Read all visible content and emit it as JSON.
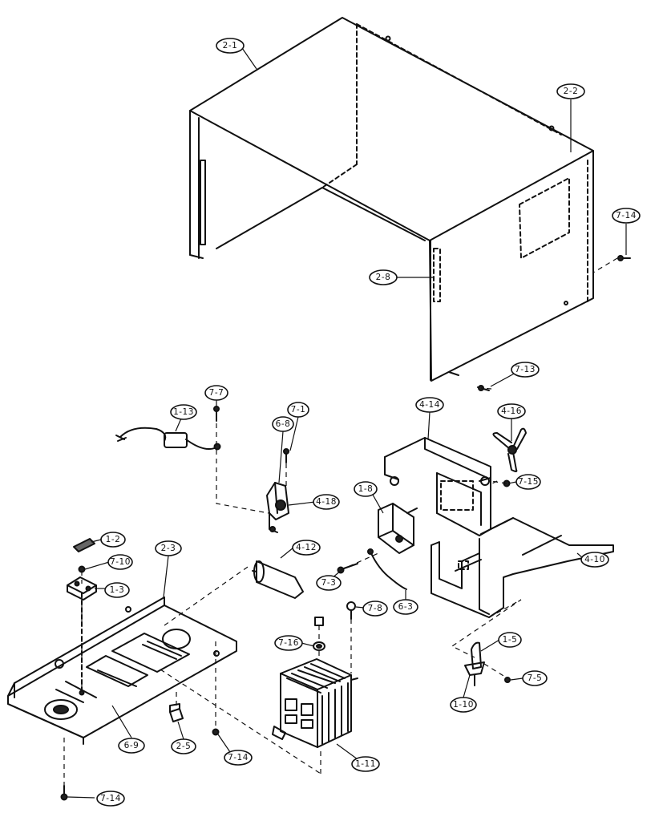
{
  "callouts": [
    {
      "id": "c-2-1",
      "label": "2-1"
    },
    {
      "id": "c-2-2",
      "label": "2-2"
    },
    {
      "id": "c-7-14-a",
      "label": "7-14"
    },
    {
      "id": "c-2-8",
      "label": "2-8"
    },
    {
      "id": "c-7-13",
      "label": "7-13"
    },
    {
      "id": "c-7-7",
      "label": "7-7"
    },
    {
      "id": "c-1-13",
      "label": "1-13"
    },
    {
      "id": "c-6-8",
      "label": "6-8"
    },
    {
      "id": "c-7-1",
      "label": "7-1"
    },
    {
      "id": "c-4-18",
      "label": "4-18"
    },
    {
      "id": "c-4-14",
      "label": "4-14"
    },
    {
      "id": "c-4-16",
      "label": "4-16"
    },
    {
      "id": "c-7-15",
      "label": "7-15"
    },
    {
      "id": "c-1-8",
      "label": "1-8"
    },
    {
      "id": "c-1-2",
      "label": "1-2"
    },
    {
      "id": "c-7-10",
      "label": "7-10"
    },
    {
      "id": "c-1-3",
      "label": "1-3"
    },
    {
      "id": "c-2-3",
      "label": "2-3"
    },
    {
      "id": "c-4-12",
      "label": "4-12"
    },
    {
      "id": "c-7-3",
      "label": "7-3"
    },
    {
      "id": "c-6-3",
      "label": "6-3"
    },
    {
      "id": "c-7-8",
      "label": "7-8"
    },
    {
      "id": "c-4-10",
      "label": "4-10"
    },
    {
      "id": "c-7-16",
      "label": "7-16"
    },
    {
      "id": "c-1-5",
      "label": "1-5"
    },
    {
      "id": "c-7-5",
      "label": "7-5"
    },
    {
      "id": "c-1-10",
      "label": "1-10"
    },
    {
      "id": "c-6-9",
      "label": "6-9"
    },
    {
      "id": "c-2-5",
      "label": "2-5"
    },
    {
      "id": "c-7-14-b",
      "label": "7-14"
    },
    {
      "id": "c-1-11",
      "label": "1-11"
    },
    {
      "id": "c-7-14-c",
      "label": "7-14"
    }
  ]
}
